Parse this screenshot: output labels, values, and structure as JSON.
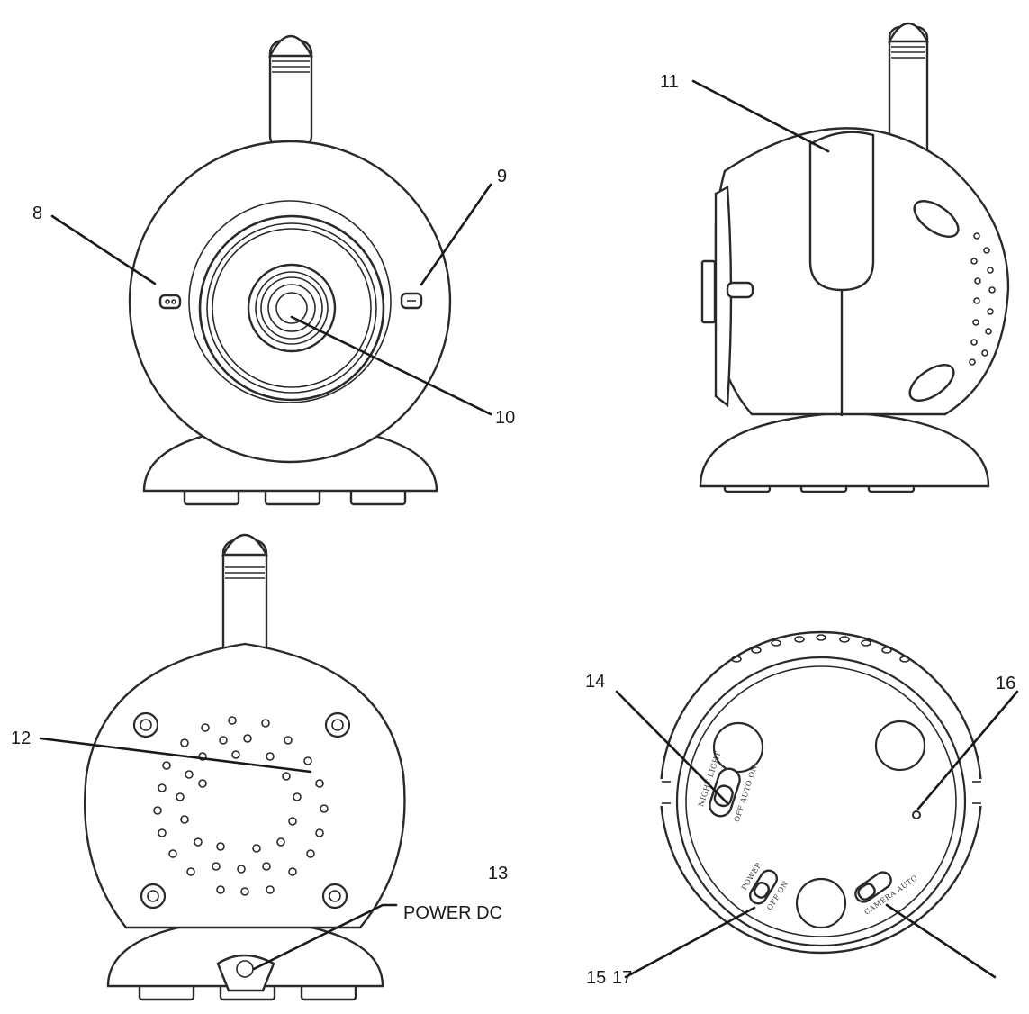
{
  "callouts": {
    "c8": "8",
    "c9": "9",
    "c10": "10",
    "c11": "11",
    "c12": "12",
    "c13": "13",
    "c14": "14",
    "c15": "15",
    "c16": "16",
    "c17": "17",
    "power_dc": "POWER DC"
  },
  "switch_labels": {
    "night_light": "NIGHT LIGHT",
    "night_light_positions": "OFF AUTO ON",
    "power": "POWER",
    "power_positions": "OFF ON",
    "camera": "CAMERA AUTO"
  }
}
